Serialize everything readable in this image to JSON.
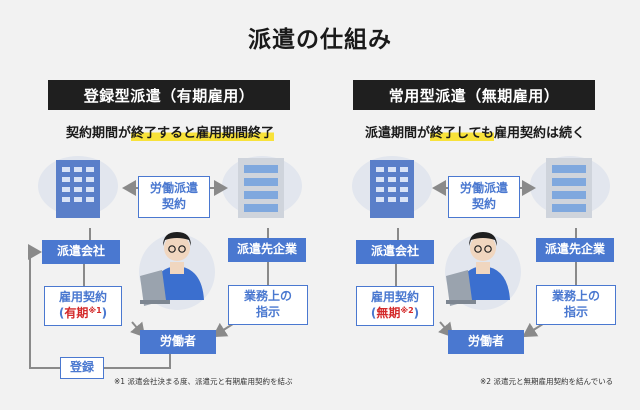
{
  "title": "派遣の仕組み",
  "left": {
    "heading": "登録型派遣（有期雇用）",
    "caption_pre": "契約期間が",
    "caption_hl": "終了すると雇用期間終了",
    "caption_post": "",
    "contract_label": "労働派遣\n契約",
    "agency_label": "派遣会社",
    "client_label": "派遣先企業",
    "employment_label": "雇用契約",
    "employment_type": "有期",
    "mark": "※1",
    "work_label": "業務上の\n指示",
    "worker_label": "労働者",
    "register_label": "登録",
    "note": "※1 派遣会社決まる度、派遣元と有期雇用契約を結ぶ"
  },
  "right": {
    "heading": "常用型派遣（無期雇用）",
    "caption_pre": "派遣期間が",
    "caption_hl": "終了しても",
    "caption_post": "雇用契約は続く",
    "contract_label": "労働派遣\n契約",
    "agency_label": "派遣会社",
    "client_label": "派遣先企業",
    "employment_label": "雇用契約",
    "employment_type": "無期",
    "mark": "※2",
    "work_label": "業務上の\n指示",
    "worker_label": "労働者",
    "note": "※2 派遣元と無期雇用契約を結んでいる"
  },
  "colors": {
    "accent": "#4a78d0",
    "highlight": "#f8e23a",
    "heading_bg": "#1f1f1f",
    "warning": "#d42a2a"
  }
}
